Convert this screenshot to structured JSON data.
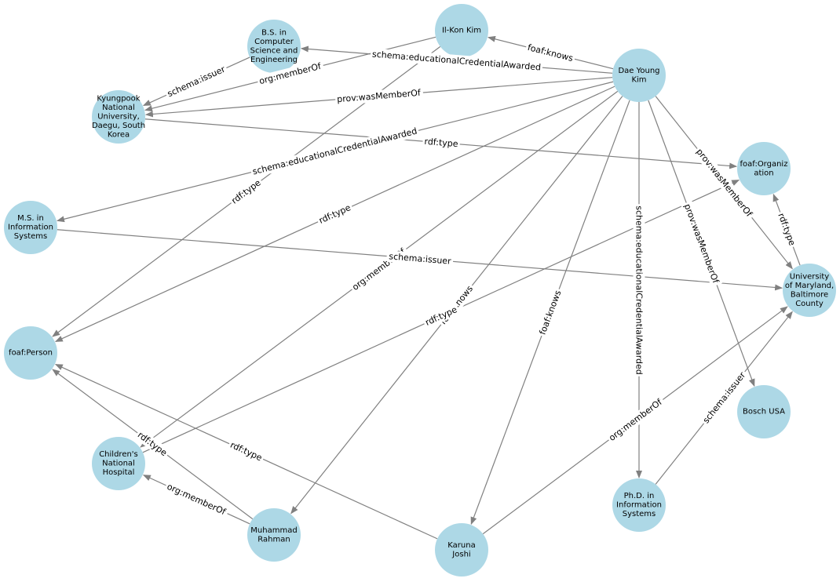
{
  "nodes": [
    {
      "id": "daeyoung",
      "lines": [
        "Dae Young",
        "Kim"
      ]
    },
    {
      "id": "ilkon",
      "lines": [
        "Il-Kon Kim"
      ]
    },
    {
      "id": "bs",
      "lines": [
        "B.S. in",
        "Computer",
        "Science and",
        "Engineering"
      ]
    },
    {
      "id": "kyungpook",
      "lines": [
        "Kyungpook",
        "National",
        "University,",
        "Daegu, South",
        "Korea"
      ]
    },
    {
      "id": "ms",
      "lines": [
        "M.S. in",
        "Information",
        "Systems"
      ]
    },
    {
      "id": "person",
      "lines": [
        "foaf:Person"
      ]
    },
    {
      "id": "childrens",
      "lines": [
        "Children's",
        "National",
        "Hospital"
      ]
    },
    {
      "id": "muhammad",
      "lines": [
        "Muhammad",
        "Rahman"
      ]
    },
    {
      "id": "karuna",
      "lines": [
        "Karuna",
        "Joshi"
      ]
    },
    {
      "id": "phd",
      "lines": [
        "Ph.D. in",
        "Information",
        "Systems"
      ]
    },
    {
      "id": "bosch",
      "lines": [
        "Bosch USA"
      ]
    },
    {
      "id": "umbc",
      "lines": [
        "University",
        "of Maryland,",
        "Baltimore",
        "County"
      ]
    },
    {
      "id": "org",
      "lines": [
        "foaf:Organiz",
        "ation"
      ]
    }
  ],
  "edges": [
    {
      "from": "daeyoung",
      "to": "ilkon",
      "label": "foaf:knows"
    },
    {
      "from": "daeyoung",
      "to": "bs",
      "label": "schema:educationalCredentialAwarded"
    },
    {
      "from": "daeyoung",
      "to": "kyungpook",
      "label": "prov:wasMemberOf"
    },
    {
      "from": "daeyoung",
      "to": "ms",
      "label": "schema:educationalCredentialAwarded"
    },
    {
      "from": "daeyoung",
      "to": "person",
      "label": "rdf:type"
    },
    {
      "from": "daeyoung",
      "to": "childrens",
      "label": "org:memberOf"
    },
    {
      "from": "daeyoung",
      "to": "muhammad",
      "label": "foaf:knows"
    },
    {
      "from": "daeyoung",
      "to": "karuna",
      "label": "foaf:knows"
    },
    {
      "from": "daeyoung",
      "to": "phd",
      "label": "schema:educationalCredentialAwarded"
    },
    {
      "from": "daeyoung",
      "to": "bosch",
      "label": "prov:wasMemberOf"
    },
    {
      "from": "daeyoung",
      "to": "umbc",
      "label": "prov:wasMemberOf"
    },
    {
      "from": "ilkon",
      "to": "kyungpook",
      "label": "org:memberOf"
    },
    {
      "from": "ilkon",
      "to": "person",
      "label": "rdf:type"
    },
    {
      "from": "bs",
      "to": "kyungpook",
      "label": "schema:issuer"
    },
    {
      "from": "kyungpook",
      "to": "org",
      "label": "rdf:type"
    },
    {
      "from": "ms",
      "to": "umbc",
      "label": "schema:issuer"
    },
    {
      "from": "childrens",
      "to": "org",
      "label": "rdf:type"
    },
    {
      "from": "muhammad",
      "to": "childrens",
      "label": "org:memberOf"
    },
    {
      "from": "muhammad",
      "to": "person",
      "label": "rdf:type"
    },
    {
      "from": "karuna",
      "to": "person",
      "label": "rdf:type"
    },
    {
      "from": "karuna",
      "to": "umbc",
      "label": "org:memberOf"
    },
    {
      "from": "phd",
      "to": "umbc",
      "label": "schema:issuer"
    },
    {
      "from": "umbc",
      "to": "org",
      "label": "rdf:type"
    }
  ]
}
